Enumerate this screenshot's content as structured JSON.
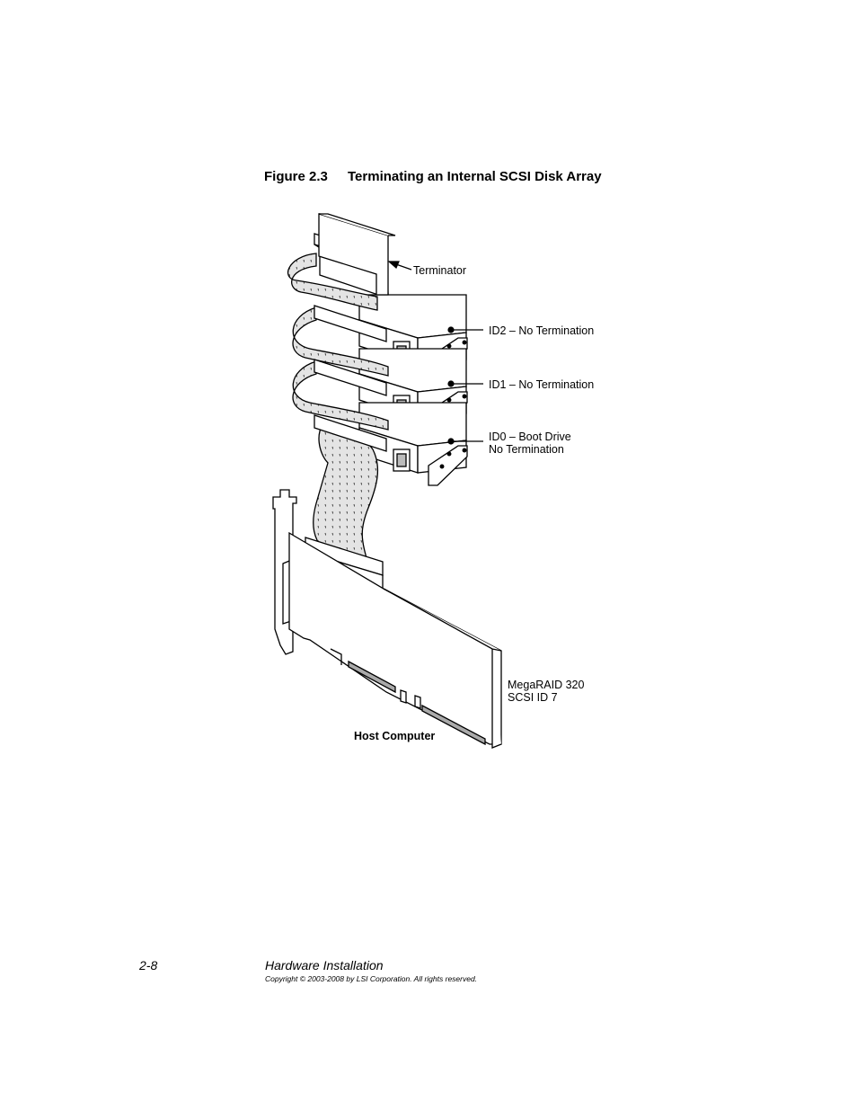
{
  "figure": {
    "number": "Figure 2.3",
    "title": "Terminating an Internal SCSI Disk Array"
  },
  "callouts": {
    "terminator": "Terminator",
    "id2": "ID2 – No Termination",
    "id1": "ID1 – No Termination",
    "id0_line1": "ID0 – Boot Drive",
    "id0_line2": "No Termination",
    "controller_line1": "MegaRAID 320",
    "controller_line2": "SCSI ID 7",
    "host": "Host Computer"
  },
  "footer": {
    "page_number": "2-8",
    "section": "Hardware Installation",
    "copyright": "Copyright © 2003-2008 by LSI Corporation. All rights reserved."
  }
}
